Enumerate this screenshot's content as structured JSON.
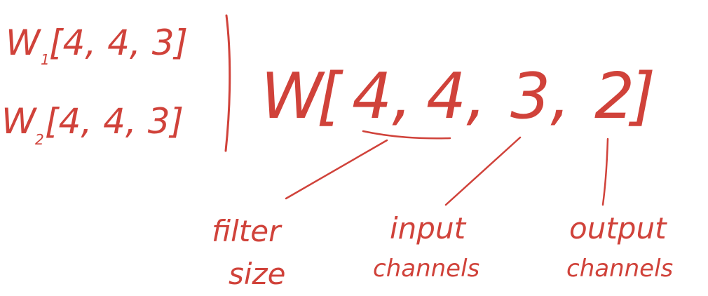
{
  "colors": {
    "ink": "#d0423a"
  },
  "left_tensors": [
    {
      "base": "W",
      "subscript": "1",
      "shape": "[4, 4, 3]"
    },
    {
      "base": "W",
      "subscript": "2",
      "shape": "[4, 4, 3]"
    }
  ],
  "main_tensor": {
    "base": "W",
    "open": "[",
    "dims": [
      "4,",
      "4,",
      "3,",
      "2"
    ],
    "close": "]"
  },
  "annotations": [
    {
      "lines": [
        "filter",
        "size"
      ]
    },
    {
      "lines": [
        "input",
        "channels"
      ]
    },
    {
      "lines": [
        "output",
        "channels"
      ]
    }
  ]
}
